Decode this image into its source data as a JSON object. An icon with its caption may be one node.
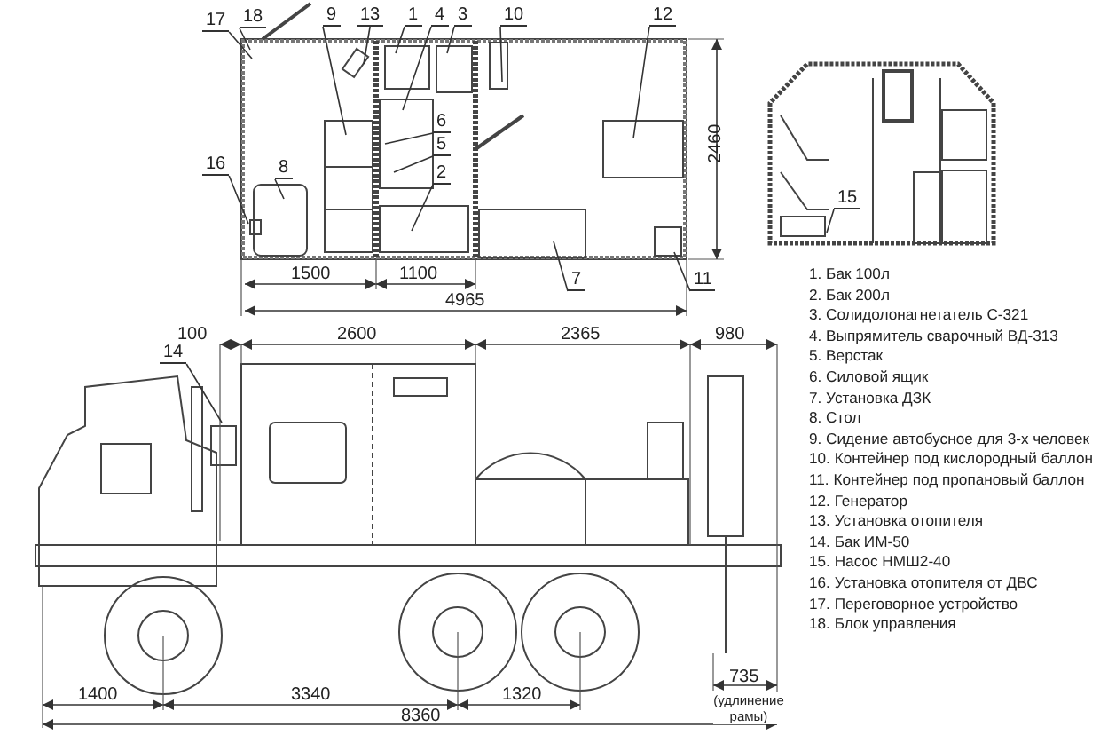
{
  "diagram": {
    "nodes": [
      {
        "text": [
          "17"
        ]
      },
      {
        "text": [
          "18"
        ]
      },
      {
        "text": [
          "9"
        ]
      },
      {
        "text": [
          "13"
        ]
      },
      {
        "text": [
          "1"
        ]
      },
      {
        "text": [
          "4"
        ]
      },
      {
        "text": [
          "3"
        ]
      },
      {
        "text": [
          "10"
        ]
      },
      {
        "text": [
          "12"
        ]
      },
      {
        "text": [
          "6"
        ]
      },
      {
        "text": [
          "5"
        ]
      },
      {
        "text": [
          "16"
        ]
      },
      {
        "text": [
          "8"
        ]
      },
      {
        "text": [
          "2"
        ]
      },
      {
        "text": [
          "7"
        ]
      },
      {
        "text": [
          "11"
        ]
      },
      {
        "text": [
          "15"
        ]
      },
      {
        "text": [
          "14"
        ]
      }
    ],
    "edges": [
      {
        "from": 0,
        "to": null,
        "arrow": "none"
      },
      {
        "from": 1,
        "to": null,
        "arrow": "none"
      },
      {
        "from": 2,
        "to": null,
        "arrow": "none"
      },
      {
        "from": 3,
        "to": null,
        "arrow": "none"
      },
      {
        "from": 4,
        "to": null,
        "arrow": "none"
      },
      {
        "from": 5,
        "to": null,
        "arrow": "none"
      },
      {
        "from": 6,
        "to": null,
        "arrow": "none"
      },
      {
        "from": 7,
        "to": null,
        "arrow": "none"
      },
      {
        "from": 8,
        "to": null,
        "arrow": "none"
      },
      {
        "from": 9,
        "to": null,
        "arrow": "none"
      },
      {
        "from": 10,
        "to": null,
        "arrow": "none"
      },
      {
        "from": 11,
        "to": null,
        "arrow": "none"
      },
      {
        "from": 12,
        "to": null,
        "arrow": "none"
      },
      {
        "from": 13,
        "to": null,
        "arrow": "none"
      },
      {
        "from": 14,
        "to": null,
        "arrow": "none"
      },
      {
        "from": 15,
        "to": null,
        "arrow": "none"
      },
      {
        "from": 16,
        "to": null,
        "arrow": "none"
      },
      {
        "from": 17,
        "to": null,
        "arrow": "none"
      }
    ],
    "labels": [
      "2460",
      "1500",
      "1100",
      "4965",
      "1. Бак 100л",
      "2. Бак 200л",
      "3. Солидолонагнетатель С-321",
      "4. Выпрямитель сварочный ВД-313",
      "5. Верстак",
      "6. Силовой ящик",
      "7. Установка ДЗК",
      "8. Стол",
      "9. Сидение автобусное для 3-х человек",
      "10. Контейнер под кислородный баллон",
      "11. Контейнер под пропановый баллон",
      "12. Генератор",
      "13. Установка отопителя",
      "14. Бак ИМ-50",
      "15. Насос НМШ2-40",
      "16. Установка отопителя от ДВС",
      "17. Переговорное устройство",
      "18. Блок управления",
      "100",
      "2600",
      "2365",
      "980",
      "1400",
      "3340",
      "1320",
      "735",
      "(удлинение рамы)",
      "8360"
    ]
  }
}
